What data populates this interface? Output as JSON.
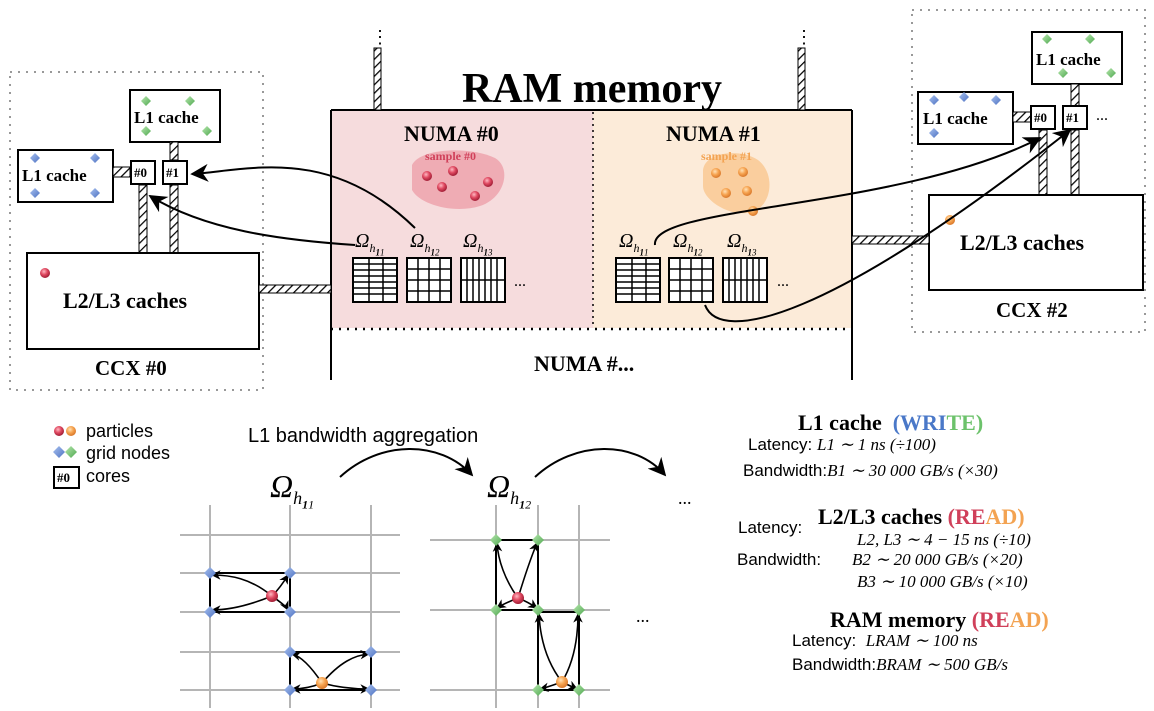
{
  "ram": {
    "title": "RAM memory",
    "numa0": "NUMA #0",
    "numa1": "NUMA #1",
    "numa_more": "NUMA #...",
    "sample0": "sample #0",
    "sample1": "sample #1",
    "omega": "Ω",
    "sub_h": "h",
    "sub_1": "1",
    "sub_1_1": "1",
    "sub_1_2": "2",
    "sub_1_3": "3",
    "ellipsis": "..."
  },
  "ccx0": {
    "label": "CCX #0",
    "l1_left": "L1 cache",
    "l1_top": "L1 cache",
    "l23": "L2/L3 caches",
    "core0": "#0",
    "core1": "#1",
    "ellipsis_top": "⋮"
  },
  "ccx2": {
    "label": "CCX #2",
    "l1_left": "L1 cache",
    "l1_top": "L1 cache",
    "l23": "L2/L3 caches",
    "core0": "#0",
    "core1": "#1",
    "more": "..."
  },
  "legend": {
    "particles": "particles",
    "grid_nodes": "grid nodes",
    "cores": "cores",
    "core_tag": "#0"
  },
  "aggregation": {
    "title": "L1 bandwidth aggregation",
    "ellipsis": "..."
  },
  "stats": {
    "l1": {
      "title": "L1 cache",
      "mode_open": "(",
      "mode_a": "WRI",
      "mode_b": "TE",
      "mode_close": ")",
      "latency_label": "Latency:",
      "latency_value": "L1 ∼ 1 ns (÷100)",
      "bandwidth_label": "Bandwidth:",
      "bandwidth_value": "B1 ∼ 30 000 GB/s (×30)"
    },
    "l23": {
      "title": "L2/L3 caches",
      "mode_a": "RE",
      "mode_b": "AD",
      "latency_label": "Latency:",
      "latency_value": "L2, L3 ∼ 4 − 15 ns (÷10)",
      "bandwidth_label": "Bandwidth:",
      "bandwidth_value_2": "B2 ∼ 20 000 GB/s (×20)",
      "bandwidth_value_3": "B3 ∼ 10 000 GB/s (×10)"
    },
    "ram": {
      "title": "RAM memory",
      "mode_a": "RE",
      "mode_b": "AD",
      "latency_label": "Latency:",
      "latency_value": "LRAM ∼ 100 ns",
      "bandwidth_label": "Bandwidth:",
      "bandwidth_value": "BRAM ∼ 500 GB/s"
    }
  },
  "colors": {
    "numa0_bg": "#f6dcdd",
    "numa1_bg": "#fcebd9",
    "particle_red": "#d63a55",
    "particle_orange": "#f7a552",
    "grid_blue": "#6d8fd6",
    "grid_green": "#79c876"
  }
}
